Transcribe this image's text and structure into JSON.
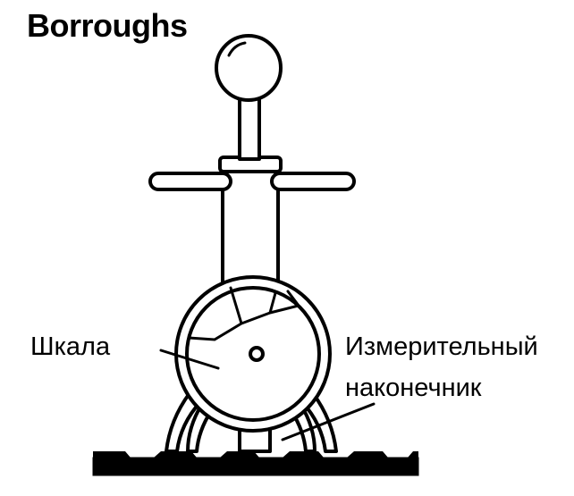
{
  "title": "Borroughs",
  "labels": {
    "scale": "Шкала",
    "tip_line1": "Измерительный",
    "tip_line2": "наконечник"
  }
}
